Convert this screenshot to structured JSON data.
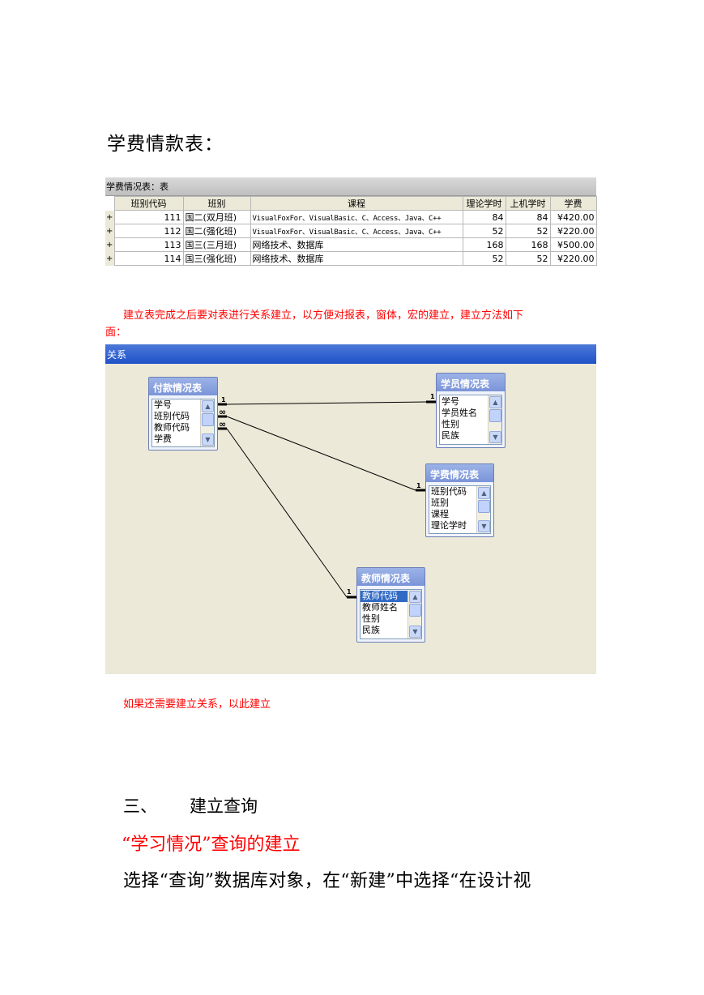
{
  "heading1": "学费情款表：",
  "datasheet": {
    "title": "学费情况表：表",
    "columns": [
      "班别代码",
      "班别",
      "课程",
      "理论学时",
      "上机学时",
      "学费"
    ],
    "rows": [
      {
        "expand": "+",
        "code": "111",
        "cls": "国二(双月班)",
        "course": "VisualFoxFor、VisualBasic、C、Access、Java、C++",
        "theory": "84",
        "lab": "84",
        "fee": "¥420.00"
      },
      {
        "expand": "+",
        "code": "112",
        "cls": "国二(强化班)",
        "course": "VisualFoxFor、VisualBasic、C、Access、Java、C++",
        "theory": "52",
        "lab": "52",
        "fee": "¥220.00"
      },
      {
        "expand": "+",
        "code": "113",
        "cls": "国三(三月班)",
        "course": "网络技术、数据库",
        "theory": "168",
        "lab": "168",
        "fee": "¥500.00"
      },
      {
        "expand": "+",
        "code": "114",
        "cls": "国三(强化班)",
        "course": "网络技术、数据库",
        "theory": "52",
        "lab": "52",
        "fee": "¥220.00"
      }
    ]
  },
  "para1_line1": "建立表完成之后要对表进行关系建立，以方便对报表，窗体，宏的建立，建立方法如下",
  "para1_line2": "面：",
  "relationships": {
    "window_title": "关系",
    "tables": [
      {
        "title": "付款情况表",
        "fields": [
          "学号",
          "班别代码",
          "教师代码",
          "学费"
        ]
      },
      {
        "title": "学员情况表",
        "fields": [
          "学号",
          "学员姓名",
          "性别",
          "民族"
        ]
      },
      {
        "title": "学费情况表",
        "fields": [
          "班别代码",
          "班别",
          "课程",
          "理论学时"
        ]
      },
      {
        "title": "教师情况表",
        "fields": [
          "教师代码",
          "教师姓名",
          "性别",
          "民族"
        ]
      }
    ],
    "one_label": "1",
    "many_label": "∞"
  },
  "para2": "如果还需要建立关系，以此建立",
  "section3": {
    "number": "三、",
    "title": "建立查询"
  },
  "subheading": "“学习情况”查询的建立",
  "body_text": "选择“查询”数据库对象，在“新建”中选择“在设计视"
}
